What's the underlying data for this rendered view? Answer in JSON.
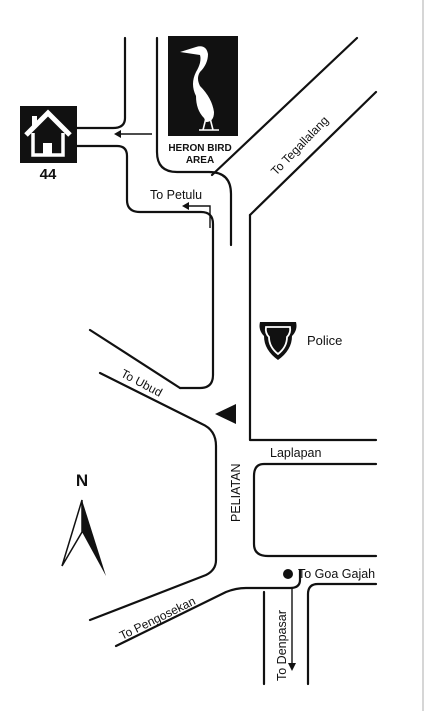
{
  "map": {
    "house_number": "44",
    "heron_sign": {
      "line1": "HERON BIRD",
      "line2": "AREA"
    },
    "labels": {
      "to_tegallalang": "To Tegallalang",
      "to_petulu": "To Petulu",
      "police": "Police",
      "to_ubud": "To Ubud",
      "laplapan": "Laplapan",
      "peliatan": "PELIATAN",
      "to_goa_gajah": "To Goa Gajah",
      "to_pengosekan": "To Pengosekan",
      "to_denpasar": "To Denpasar"
    },
    "compass": {
      "north_label": "N"
    },
    "icons": [
      "house-icon",
      "heron-icon",
      "police-shield-icon",
      "north-arrow-icon",
      "location-triangle-icon",
      "goa-gajah-dot-icon"
    ],
    "colors": {
      "ink": "#111111",
      "paper": "#ffffff"
    }
  }
}
